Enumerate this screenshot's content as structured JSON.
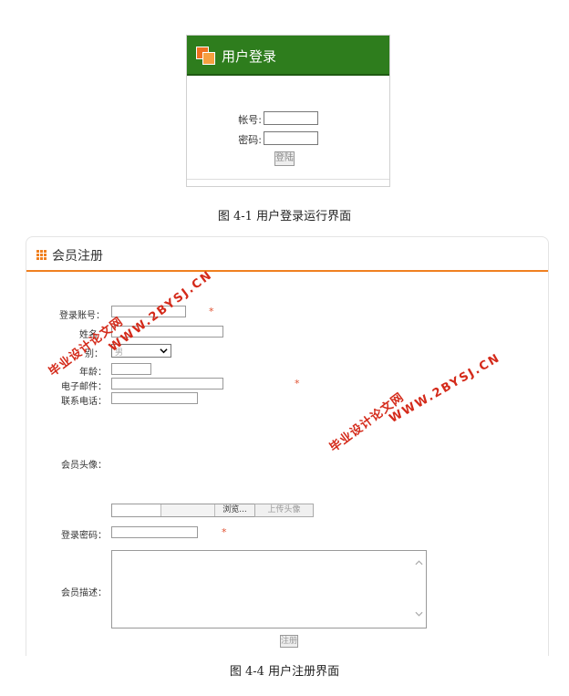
{
  "login": {
    "title": "用户登录",
    "account_label": "帐号:",
    "password_label": "密码:",
    "login_button": "登陆"
  },
  "login_caption": "图 4-1 用户登录运行界面",
  "register": {
    "title": "会员注册",
    "fields": {
      "account": "登录账号：",
      "name": "姓名",
      "gender": "别：",
      "gender_value": "男",
      "age": "年龄：",
      "email": "电子邮件：",
      "phone": "联系电话：",
      "avatar": "会员头像：",
      "password": "登录密码：",
      "description": "会员描述："
    },
    "required_mark": "*",
    "browse_button": "浏览...",
    "upload_avatar_button": "上传头像",
    "submit_button": "注册"
  },
  "register_caption": "图 4-4 用户注册界面",
  "watermarks": {
    "url": "WWW.2BYSJ.CN",
    "name": "毕业设计论文网"
  },
  "colors": {
    "login_header": "#2e7d1d",
    "accent_orange": "#f08020",
    "watermark_red": "#d42a1a"
  },
  "icons": [
    "login-logo-icon",
    "grid-icon",
    "chevron-down-icon",
    "scroll-up-icon",
    "scroll-down-icon"
  ]
}
